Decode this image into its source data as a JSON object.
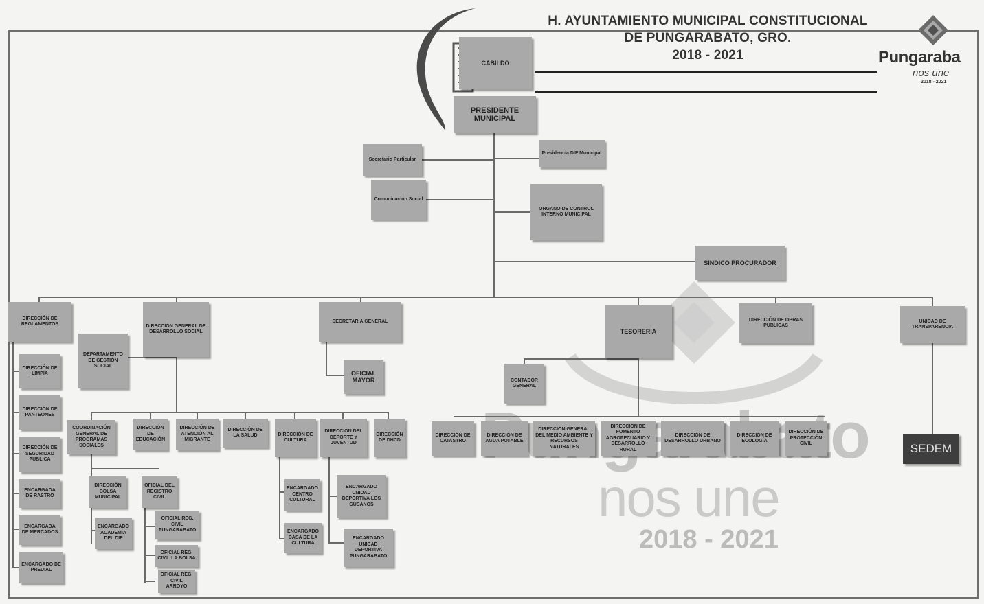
{
  "header": {
    "title_line1": "H. AYUNTAMIENTO MUNICIPAL CONSTITUCIONAL",
    "title_line2": "DE PUNGARABATO, GRO.",
    "period": "2018 - 2021"
  },
  "logo": {
    "word": "Pungaraba",
    "sub": "nos une",
    "year": "2018 - 2021"
  },
  "watermark": {
    "word": "Pungarabato",
    "sub": "nos une",
    "year": "2018 - 2021"
  },
  "sedem": "SEDEM",
  "colors": {
    "box": "#a9a9a9",
    "line": "#6a6a6a",
    "sedem": "#3e3e3e"
  },
  "boxes": {
    "cabildo": "CABILDO",
    "presidente": "PRESIDENTE MUNICIPAL",
    "secretario_particular": "Secretario Particular",
    "comunicacion_social": "Comunicación Social",
    "presidencia_dif": "Presidencia DIF Municipal",
    "organo_control": "ORGANO DE CONTROL INTERNO MUNICIPAL",
    "sindico": "SINDICO PROCURADOR",
    "dir_reglamentos": "DIRECCIÓN DE REGLAMENTOS",
    "dir_gral_desarrollo": "DIRECCIÓN GENERAL DE DESARROLLO SOCIAL",
    "secretaria_general": "SECRETARIA GENERAL",
    "tesoreria": "TESORERIA",
    "dir_obras": "DIRECCIÓN DE OBRAS PUBLICAS",
    "unidad_transparencia": "UNIDAD DE TRANSPARENCIA",
    "dir_limpia": "DIRECCIÓN DE LIMPIA",
    "dir_panteones": "DIRECCIÓN DE PANTEONES",
    "dir_seguridad": "DIRECCIÓN DE SEGURIDAD PUBLICA",
    "enc_rastro": "ENCARGADA DE RASTRO",
    "enc_mercados": "ENCARGADA DE MERCADOS",
    "enc_predial": "ENCARGADO DE PREDIAL",
    "depto_gestion": "DEPARTAMENTO DE GESTIÓN SOCIAL",
    "coord_programas": "COORDINACIÓN GENERAL DE PROGRAMAS SOCIALES",
    "dir_educacion": "DIRECCIÓN DE EDUCACIÓN",
    "dir_atencion_migrante": "DIRECCIÓN DE ATENCIÓN AL MIGRANTE",
    "dir_salud": "DIRECCIÓN DE LA SALUD",
    "dir_cultura": "DIRECCIÓN DE CULTURA",
    "dir_deporte": "DIRECCIÓN DEL DEPORTE Y JUVENTUD",
    "dir_dhcd": "DIRECCIÓN DE DHCD",
    "dir_bolsa": "DIRECCIÓN BOLSA MUNICIPAL",
    "oficial_registro": "OFICIAL DEL REGISTRO CIVIL",
    "enc_academia": "ENCARGADO ACADEMIA DEL DIF",
    "oficial_reg_bis": "OFICIAL REG. CIVIL PUNGARABATO",
    "oficial_reg_bolsa": "OFICIAL REG. CIVIL LA BOLSA",
    "oficial_reg_arroyo": "OFICIAL REG. CIVIL ARROYO",
    "enc_centro_cultural": "ENCARGADO CENTRO CULTURAL",
    "enc_casa_cultura": "ENCARGADO CASA DE LA CULTURA",
    "enc_unidad_deportiva": "ENCARGADO UNIDAD DEPORTIVA LOS GUSANOS",
    "enc_unidad_dep_pung": "ENCARGADO UNIDAD DEPORTIVA PUNGARABATO",
    "oficial_mayor": "OFICIAL MAYOR",
    "contador_general": "CONTADOR GENERAL",
    "dir_catastro": "DIRECCIÓN DE CATASTRO",
    "dir_agua": "DIRECCIÓN DE AGUA POTABLE",
    "dir_medio_ambiente": "DIRECCIÓN GENERAL DEL MEDIO AMBIENTE Y RECURSOS NATURALES",
    "dir_fomento": "DIRECCIÓN DE FOMENTO AGROPECUARIO Y DESARROLLO RURAL",
    "dir_desarrollo_urbano": "DIRECCIÓN DE DESARROLLO URBANO",
    "dir_ecologia": "DIRECCIÓN DE ECOLOGÍA",
    "dir_proteccion": "DIRECCIÓN DE PROTECCIÓN CIVIL"
  }
}
